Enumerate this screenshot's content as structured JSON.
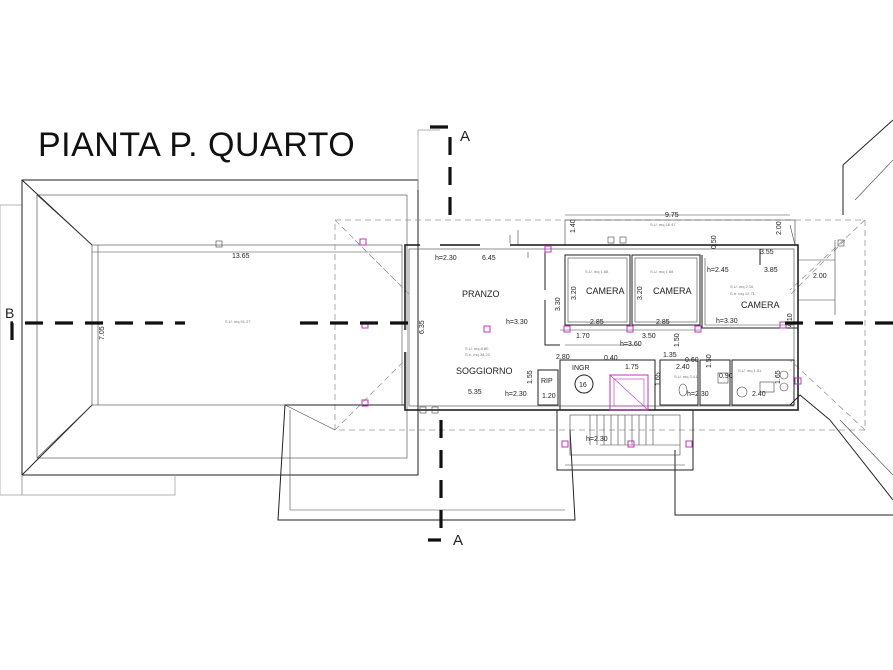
{
  "title": "PIANTA P. QUARTO",
  "section_marks": {
    "a_top": "A",
    "a_bottom": "A",
    "b_left": "B"
  },
  "rooms": {
    "pranzo": "PRANZO",
    "soggiorno": "SOGGIORNO",
    "camera_1": "CAMERA",
    "camera_2": "CAMERA",
    "camera_3": "CAMERA",
    "ingresso": "INGR",
    "ripostiglio": "RIP",
    "stair_number": "16"
  },
  "heights": {
    "pranzo_top": "h=2.30",
    "pranzo_center": "h=3.30",
    "soggiorno": "h=2.30",
    "camera_right_top": "h=2.45",
    "camera_right_center": "h=3.30",
    "ingresso": "h=3.60",
    "bath": "h=2.30",
    "stair": "h=2.30"
  },
  "dimensions": {
    "terrace_length": "13.65",
    "terrace_width": "7.05",
    "top_overall": "9.75",
    "top_left_short": "1.40",
    "pranzo_width": "6.45",
    "pranzo_height": "6.35",
    "soggiorno_width": "5.35",
    "camera1_depth": "3.20",
    "camera2_depth": "3.20",
    "hall_depth": "3.30",
    "hall_width": "1.70",
    "ingresso_width": "3.50",
    "camera1_width": "2.85",
    "camera2_width": "2.85",
    "right_width_a": "3.55",
    "right_width_b": "3.85",
    "right_top_offset": "0.50",
    "right_side_a": "2.00",
    "right_side_b": "2.00",
    "camera3_depth": "4.10",
    "ingr_offset": "0.40",
    "rip_width": "2.80",
    "rip_depth": "1.55",
    "rip_height": "1.20",
    "stair_width": "1.75",
    "bath_depth": "1.65",
    "bath_width": "1.35",
    "bath_small": "0.60",
    "bath2_width": "2.40",
    "bath3_width": "2.40",
    "cam3_bath_a": "0.90",
    "cam3_bath_b": "1.65",
    "cam3_bath_c": "1.50",
    "cam_corridor": "1.50"
  }
}
